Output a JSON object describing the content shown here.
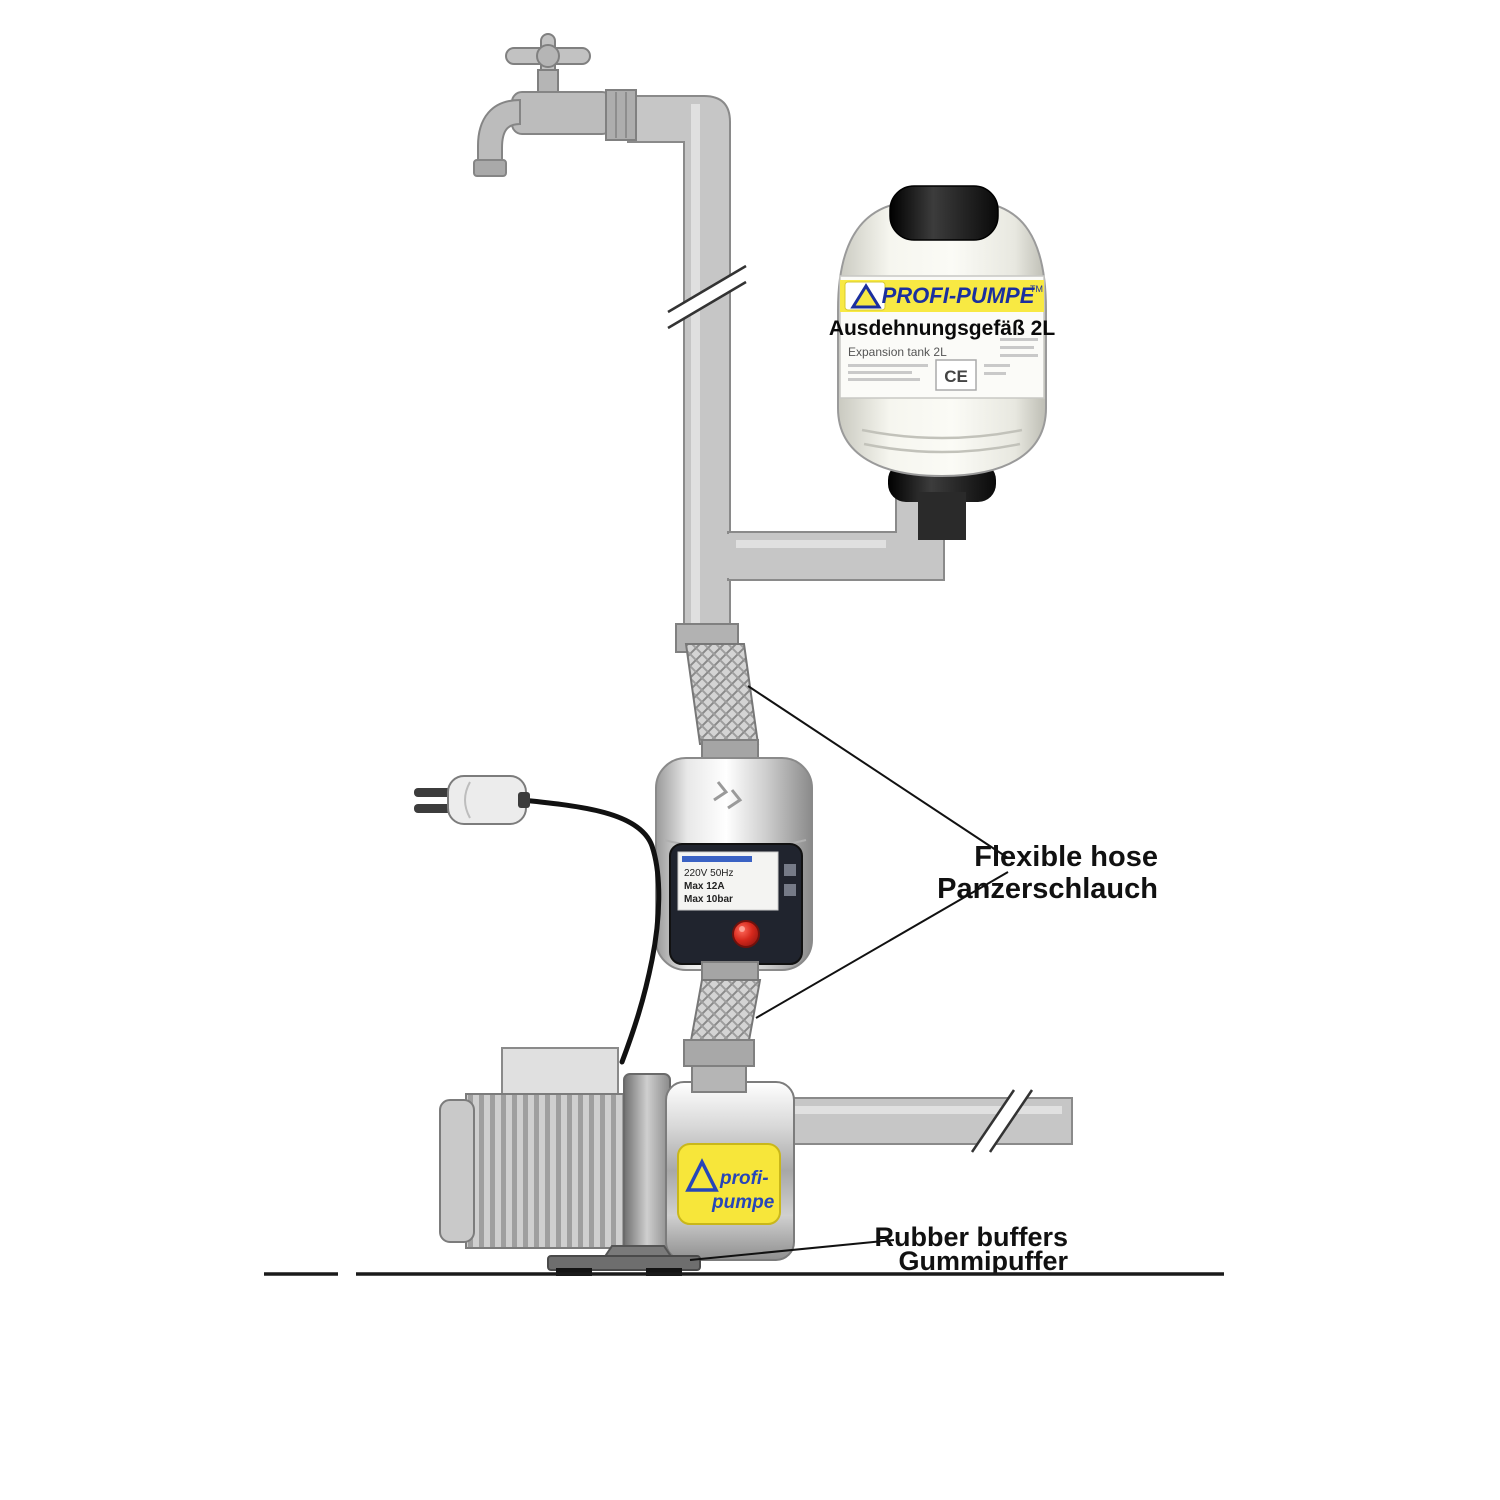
{
  "vessel": {
    "brand": "PROFI-PUMPE",
    "tm": "TM",
    "product": "Ausdehnungsgefäß 2L",
    "subtitle": "Expansion tank 2L",
    "ce": "CE"
  },
  "controller": {
    "spec1": "220V 50Hz",
    "spec2": "Max 12A",
    "spec3": "Max 10bar"
  },
  "pump": {
    "logo1": "profi-",
    "logo2": "pumpe"
  },
  "annotations": {
    "hose_en": "Flexible hose",
    "hose_de": "Panzerschlauch",
    "buffers_en": "Rubber buffers",
    "buffers_de": "Gummipuffer"
  },
  "colors": {
    "pipe": "#c6c6c6",
    "accent_yellow": "#f8e943",
    "label_blue": "#1b2f9e",
    "button_red": "#d6281c"
  }
}
